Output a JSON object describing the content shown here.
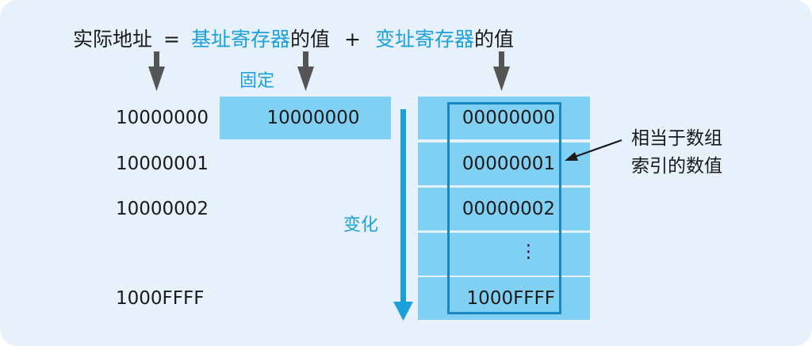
{
  "formula": {
    "result": "实际地址",
    "equals": "=",
    "term1_reg": "基址寄存器",
    "term1_suffix": "的值",
    "plus": "+",
    "term2_reg": "变址寄存器",
    "term2_suffix": "的值"
  },
  "labels": {
    "fixed": "固定",
    "change": "变化"
  },
  "addresses": [
    "10000000",
    "10000001",
    "10000002",
    "1000FFFF"
  ],
  "base_register_value": "10000000",
  "index_values": [
    "00000000",
    "00000001",
    "00000002",
    "⋮",
    "1000FFFF"
  ],
  "annotation": {
    "line1": "相当于数组",
    "line2": "索引的数值"
  },
  "colors": {
    "accent": "#1aa0dc",
    "cell": "#7fd0f3",
    "panel": "#e6f1fb",
    "arrow": "#555555",
    "highlight": "#1a86c2"
  }
}
